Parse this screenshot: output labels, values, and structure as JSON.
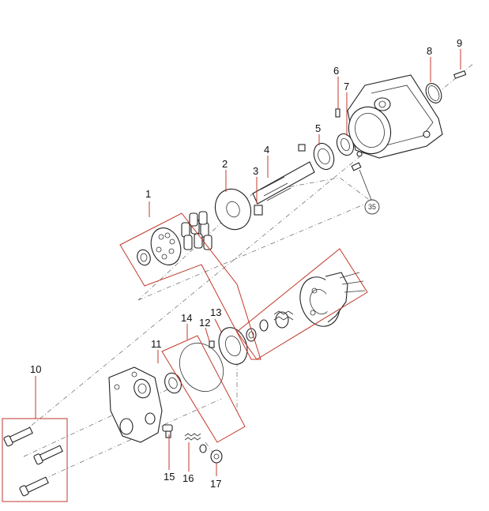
{
  "parts": [
    {
      "id": "p1",
      "label": "1"
    },
    {
      "id": "p2",
      "label": "2"
    },
    {
      "id": "p3",
      "label": "3"
    },
    {
      "id": "p4",
      "label": "4"
    },
    {
      "id": "p5",
      "label": "5"
    },
    {
      "id": "p6",
      "label": "6"
    },
    {
      "id": "p7",
      "label": "7"
    },
    {
      "id": "p8",
      "label": "8"
    },
    {
      "id": "p9",
      "label": "9"
    },
    {
      "id": "p10",
      "label": "10"
    },
    {
      "id": "p11",
      "label": "11"
    },
    {
      "id": "p12",
      "label": "12"
    },
    {
      "id": "p13",
      "label": "13"
    },
    {
      "id": "p14",
      "label": "14"
    },
    {
      "id": "p15",
      "label": "15"
    },
    {
      "id": "p16",
      "label": "16"
    },
    {
      "id": "p17",
      "label": "17"
    }
  ],
  "reference_callout": "35",
  "colors": {
    "linework": "#222222",
    "leader_lines": "#c0392b",
    "background": "#ffffff"
  }
}
